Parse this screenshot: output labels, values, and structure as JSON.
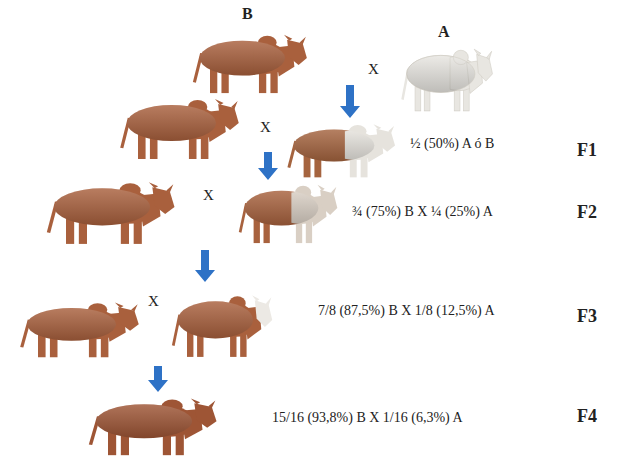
{
  "diagram": {
    "labels": [
      "B",
      "A",
      "X",
      "½ (50%) A ó B",
      "F1",
      "X",
      "¾ (75%) B X ¼ (25%) A",
      "F2",
      "X",
      "7/8 (87,5%) B X 1/8 (12,5%) A",
      "F3",
      "X",
      "15/16 (93,8%) B X 1/16 (6,3%) A",
      "F4"
    ]
  }
}
